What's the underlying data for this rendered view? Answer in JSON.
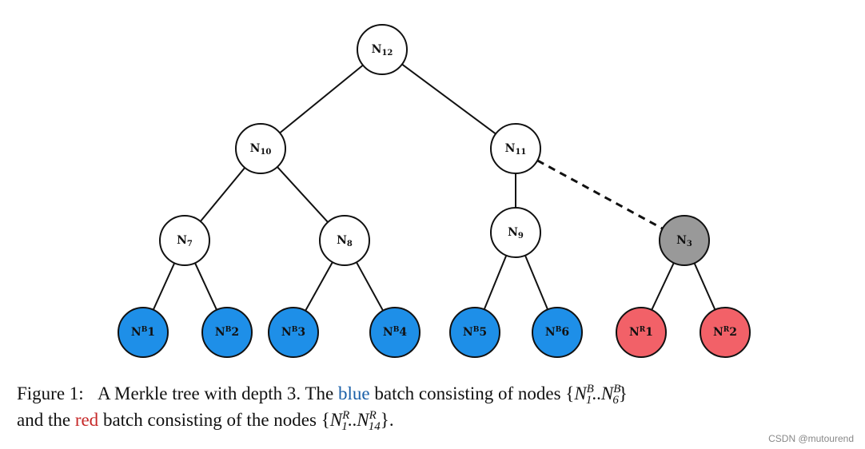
{
  "colors": {
    "blue": "#1e8fe8",
    "red": "#f26168",
    "gray": "#999999",
    "white": "#ffffff",
    "blue_text": "#1a5fa8",
    "red_text": "#c62828"
  },
  "nodes": [
    {
      "id": "n12",
      "base": "N",
      "sup": "",
      "sub": "12",
      "fill": "white"
    },
    {
      "id": "n10",
      "base": "N",
      "sup": "",
      "sub": "10",
      "fill": "white"
    },
    {
      "id": "n11",
      "base": "N",
      "sup": "",
      "sub": "11",
      "fill": "white"
    },
    {
      "id": "n7",
      "base": "N",
      "sup": "",
      "sub": "7",
      "fill": "white"
    },
    {
      "id": "n8",
      "base": "N",
      "sup": "",
      "sub": "8",
      "fill": "white"
    },
    {
      "id": "n9",
      "base": "N",
      "sup": "",
      "sub": "9",
      "fill": "white"
    },
    {
      "id": "n3",
      "base": "N",
      "sup": "",
      "sub": "3",
      "fill": "gray"
    },
    {
      "id": "nb1",
      "base": "N",
      "sup": "B",
      "sub": "1",
      "fill": "blue"
    },
    {
      "id": "nb2",
      "base": "N",
      "sup": "B",
      "sub": "2",
      "fill": "blue"
    },
    {
      "id": "nb3",
      "base": "N",
      "sup": "B",
      "sub": "3",
      "fill": "blue"
    },
    {
      "id": "nb4",
      "base": "N",
      "sup": "B",
      "sub": "4",
      "fill": "blue"
    },
    {
      "id": "nb5",
      "base": "N",
      "sup": "B",
      "sub": "5",
      "fill": "blue"
    },
    {
      "id": "nb6",
      "base": "N",
      "sup": "B",
      "sub": "6",
      "fill": "blue"
    },
    {
      "id": "nr1",
      "base": "N",
      "sup": "R",
      "sub": "1",
      "fill": "red"
    },
    {
      "id": "nr2",
      "base": "N",
      "sup": "R",
      "sub": "2",
      "fill": "red"
    }
  ],
  "edges": [
    {
      "from": "n12",
      "to": "n10",
      "style": "solid"
    },
    {
      "from": "n12",
      "to": "n11",
      "style": "solid"
    },
    {
      "from": "n10",
      "to": "n7",
      "style": "solid"
    },
    {
      "from": "n10",
      "to": "n8",
      "style": "solid"
    },
    {
      "from": "n11",
      "to": "n9",
      "style": "solid"
    },
    {
      "from": "n11",
      "to": "n3",
      "style": "dashed"
    },
    {
      "from": "n7",
      "to": "nb1",
      "style": "solid"
    },
    {
      "from": "n7",
      "to": "nb2",
      "style": "solid"
    },
    {
      "from": "n8",
      "to": "nb3",
      "style": "solid"
    },
    {
      "from": "n8",
      "to": "nb4",
      "style": "solid"
    },
    {
      "from": "n9",
      "to": "nb5",
      "style": "solid"
    },
    {
      "from": "n9",
      "to": "nb6",
      "style": "solid"
    },
    {
      "from": "n3",
      "to": "nr1",
      "style": "solid"
    },
    {
      "from": "n3",
      "to": "nr2",
      "style": "solid"
    }
  ],
  "caption": {
    "label": "Figure 1:",
    "part1": "A Merkle tree with depth 3. The ",
    "blue_word": "blue",
    "part2": " batch consisting of nodes ",
    "math_blue": {
      "open": "{",
      "base": "N",
      "sup": "B",
      "sub_start": "1",
      "sep": "..",
      "sub_end": "6",
      "close": "}"
    },
    "part3": "and the ",
    "red_word": "red",
    "part4": " batch consisting of the nodes ",
    "math_red": {
      "open": "{",
      "base": "N",
      "sup": "R",
      "sub_start": "1",
      "sep": "..",
      "sub_end": "14",
      "close": "}."
    }
  },
  "watermark": "CSDN @mutourend"
}
